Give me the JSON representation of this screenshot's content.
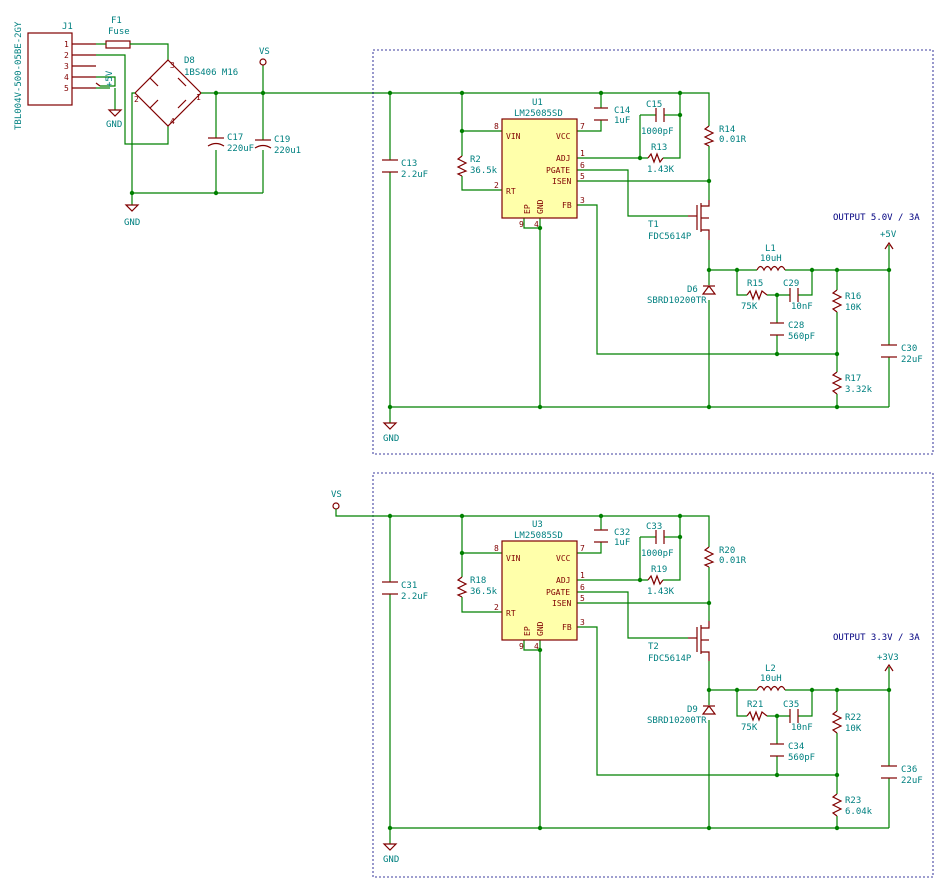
{
  "power": {
    "j1_ref": "J1",
    "j1_value": "TBL004V-500-05BE-2GY",
    "j1_pins": [
      "1",
      "2",
      "3",
      "4",
      "5"
    ],
    "f1_ref": "F1",
    "f1_value": "Fuse",
    "d8_ref": "D8",
    "d8_value": "1BS406 M16",
    "c17_ref": "C17",
    "c17_value": "220uF",
    "c19_ref": "C19",
    "c19_value": "220u1",
    "vs_label": "VS",
    "gnd_label": "GND",
    "plus5_label": "+5V",
    "bridge_pins": [
      "1",
      "2",
      "3",
      "4"
    ]
  },
  "channels": [
    {
      "output_label": "OUTPUT 5.0V / 3A",
      "rail_label": "+5V",
      "u_ref": "U1",
      "u_value": "LM25085SD",
      "cin_ref": "C13",
      "cin_value": "2.2uF",
      "rt_ref": "R2",
      "rt_value": "36.5k",
      "cvcc_ref": "C14",
      "cvcc_value": "1uF",
      "cadj_ref": "C15",
      "cadj_value": "1000pF",
      "radj_ref": "R13",
      "radj_value": "1.43K",
      "rsense_ref": "R14",
      "rsense_value": "0.01R",
      "fet_ref": "T1",
      "fet_value": "FDC5614P",
      "diode_ref": "D6",
      "diode_value": "SBRD10200TR",
      "ind_ref": "L1",
      "ind_value": "10uH",
      "rff_ref": "R15",
      "rff_value": "75K",
      "cff_ref": "C29",
      "cff_value": "10nF",
      "cff2_ref": "C28",
      "cff2_value": "560pF",
      "rtop_ref": "R16",
      "rtop_value": "10K",
      "rbot_ref": "R17",
      "rbot_value": "3.32k",
      "cout_ref": "C30",
      "cout_value": "22uF",
      "gnd_label": "GND",
      "pin_vin": "VIN",
      "pin_vcc": "VCC",
      "pin_adj": "ADJ",
      "pin_pgate": "PGATE",
      "pin_isen": "ISEN",
      "pin_fb": "FB",
      "pin_rt": "RT",
      "pin_ep": "EP",
      "pin_gnd": "GND",
      "pin_nums": [
        "8",
        "7",
        "1",
        "6",
        "5",
        "2",
        "3",
        "9",
        "4"
      ]
    },
    {
      "output_label": "OUTPUT 3.3V / 3A",
      "rail_label": "+3V3",
      "u_ref": "U3",
      "u_value": "LM25085SD",
      "cin_ref": "C31",
      "cin_value": "2.2uF",
      "rt_ref": "R18",
      "rt_value": "36.5k",
      "cvcc_ref": "C32",
      "cvcc_value": "1uF",
      "cadj_ref": "C33",
      "cadj_value": "1000pF",
      "radj_ref": "R19",
      "radj_value": "1.43K",
      "rsense_ref": "R20",
      "rsense_value": "0.01R",
      "fet_ref": "T2",
      "fet_value": "FDC5614P",
      "diode_ref": "D9",
      "diode_value": "SBRD10200TR",
      "ind_ref": "L2",
      "ind_value": "10uH",
      "rff_ref": "R21",
      "rff_value": "75K",
      "cff_ref": "C35",
      "cff_value": "10nF",
      "cff2_ref": "C34",
      "cff2_value": "560pF",
      "rtop_ref": "R22",
      "rtop_value": "10K",
      "rbot_ref": "R23",
      "rbot_value": "6.04k",
      "cout_ref": "C36",
      "cout_value": "22uF",
      "gnd_label": "GND",
      "pin_vin": "VIN",
      "pin_vcc": "VCC",
      "pin_adj": "ADJ",
      "pin_pgate": "PGATE",
      "pin_isen": "ISEN",
      "pin_fb": "FB",
      "pin_rt": "RT",
      "pin_ep": "EP",
      "pin_gnd": "GND",
      "pin_nums": [
        "8",
        "7",
        "1",
        "6",
        "5",
        "2",
        "3",
        "9",
        "4"
      ]
    }
  ],
  "vs2_label": "VS"
}
